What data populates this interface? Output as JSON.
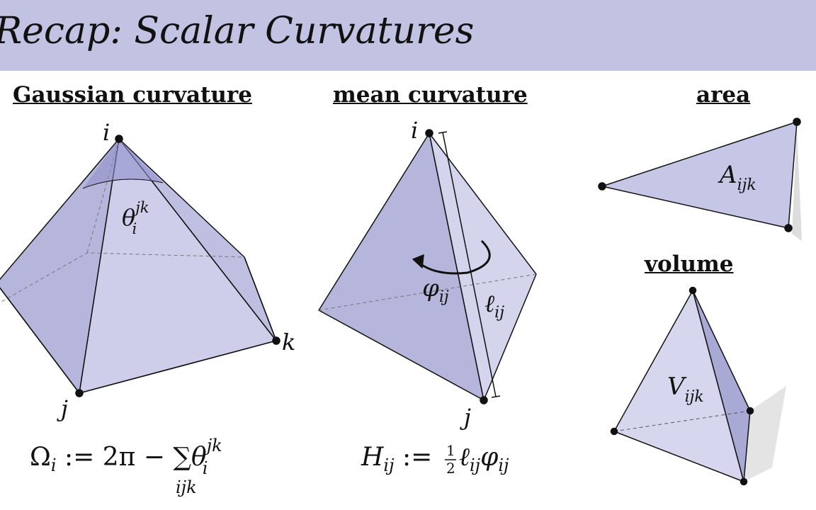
{
  "slide": {
    "title": "Recap: Scalar Curvatures",
    "header_color": "#c2c2e2",
    "shape_fill": "#b9b9de"
  },
  "gaussian": {
    "heading": "Gaussian curvature",
    "labels": {
      "i": "i",
      "j": "j",
      "k": "k",
      "theta": "θ",
      "theta_sup": "jk",
      "theta_sub": "i"
    },
    "formula": {
      "lhs": "Ω",
      "lhs_sub": "i",
      "mid": " := 2π − ∑",
      "sum_sub": "ijk",
      "theta": "θ",
      "theta_sup": "jk",
      "theta_sub": "i"
    }
  },
  "mean": {
    "heading": "mean curvature",
    "labels": {
      "i": "i",
      "j": "j",
      "phi": "φ",
      "phi_sub": "ij",
      "ell": "ℓ",
      "ell_sub": "ij"
    },
    "formula": {
      "lhs": "H",
      "lhs_sub": "ij",
      "assign": " := ",
      "frac_num": "1",
      "frac_den": "2",
      "ell": "ℓ",
      "ell_sub": "ij",
      "phi": "φ",
      "phi_sub": "ij"
    }
  },
  "area": {
    "heading": "area",
    "label": "A",
    "label_sub": "ijk"
  },
  "volume": {
    "heading": "volume",
    "label": "V",
    "label_sub": "ijk"
  }
}
